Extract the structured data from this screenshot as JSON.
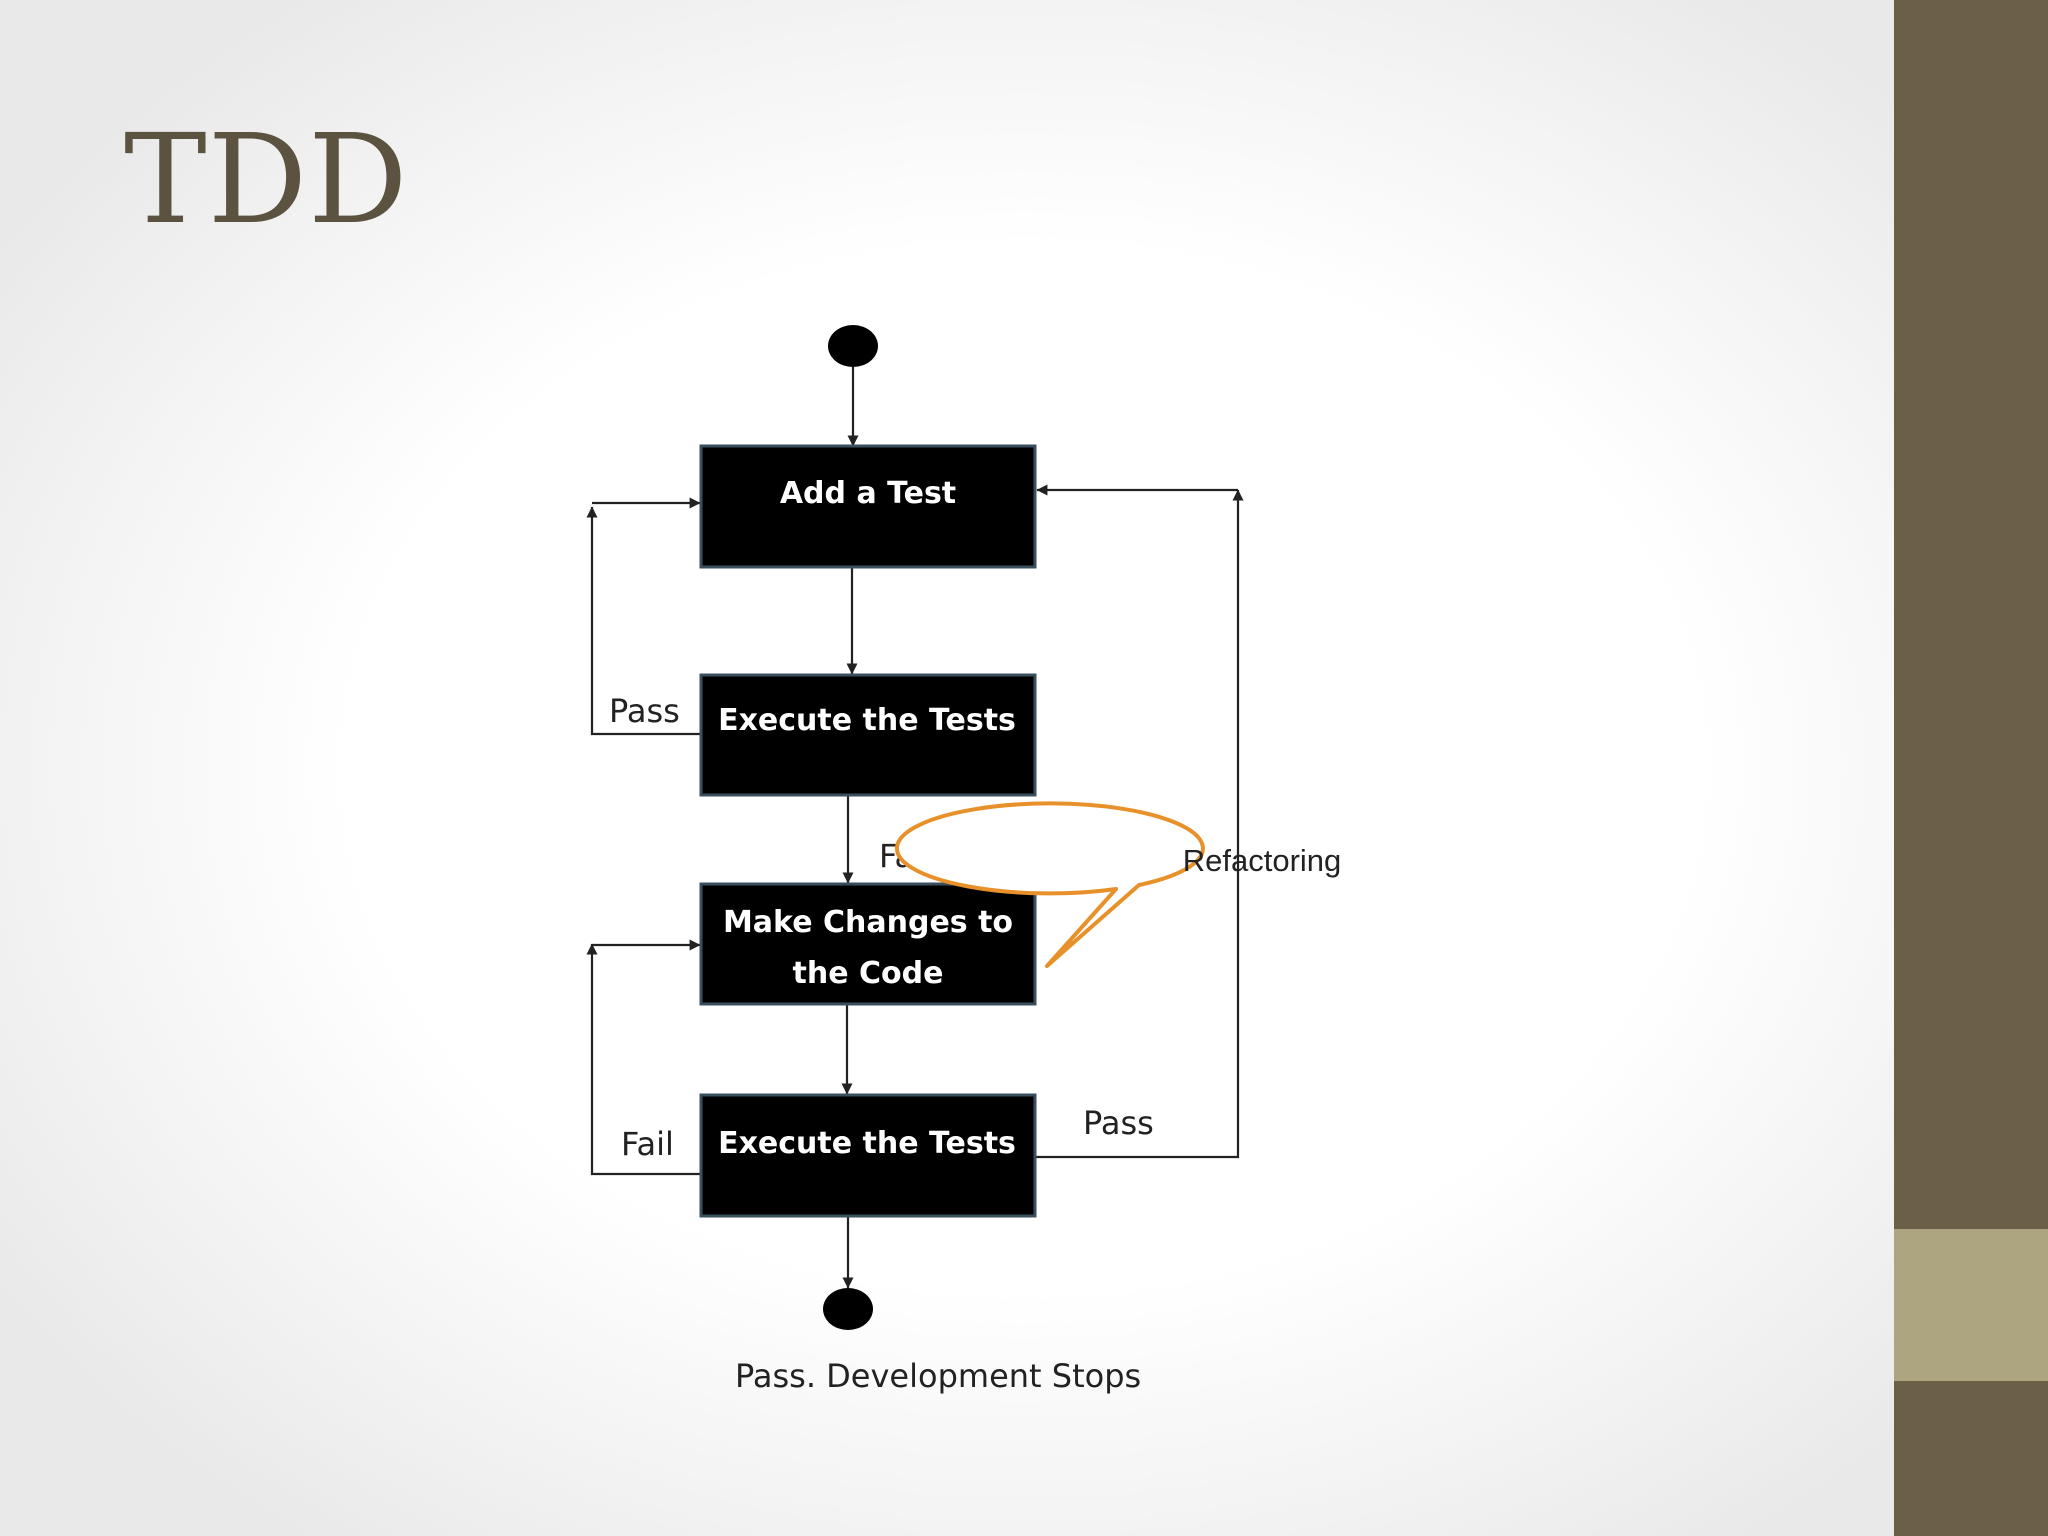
{
  "slide": {
    "title": "TDD"
  },
  "diagram": {
    "nodes": {
      "add_test": "Add a Test",
      "execute_tests_1": "Execute the Tests",
      "make_changes_line1": "Make Changes to",
      "make_changes_line2": "the Code",
      "execute_tests_2": "Execute the Tests"
    },
    "edge_labels": {
      "pass_top": "Pass",
      "fail_middle": "Fail",
      "fail_bottom": "Fail",
      "pass_right": "Pass"
    },
    "callout": "Refactoring",
    "end_label": "Pass. Development Stops"
  },
  "colors": {
    "title": "#5b5340",
    "side_bar": "#6c5f47",
    "side_accent": "#ada57f",
    "box_fill": "#000000",
    "callout_border": "#e8912a"
  }
}
